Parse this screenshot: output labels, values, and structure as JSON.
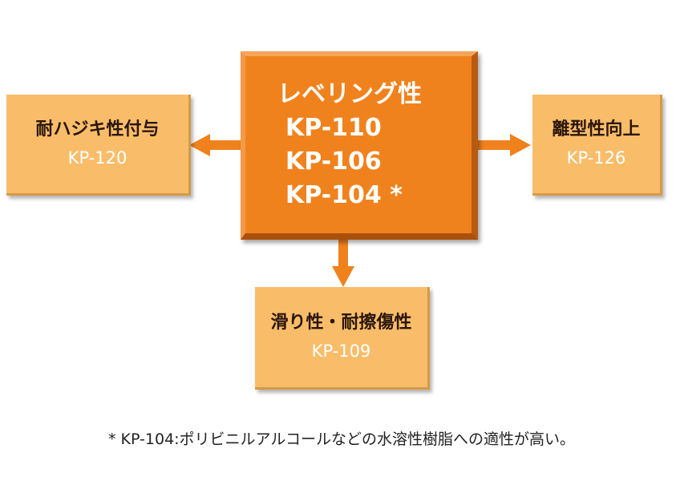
{
  "center": {
    "title": "レベリング性",
    "products": [
      "KP-110",
      "KP-106",
      "KP-104 *"
    ]
  },
  "left": {
    "title": "耐ハジキ性付与",
    "code": "KP-120"
  },
  "right": {
    "title": "離型性向上",
    "code": "KP-126"
  },
  "bottom": {
    "title": "滑り性・耐擦傷性",
    "code": "KP-109"
  },
  "footnote": "* KP-104:ポリビニルアルコールなどの水溶性樹脂への適性が高い。",
  "colors": {
    "center_fill": "#f0821e",
    "side_fill": "#f9bd6a",
    "arrow": "#f0821e",
    "side_code_text": "#ffffff",
    "side_title_text": "#2a160a"
  }
}
